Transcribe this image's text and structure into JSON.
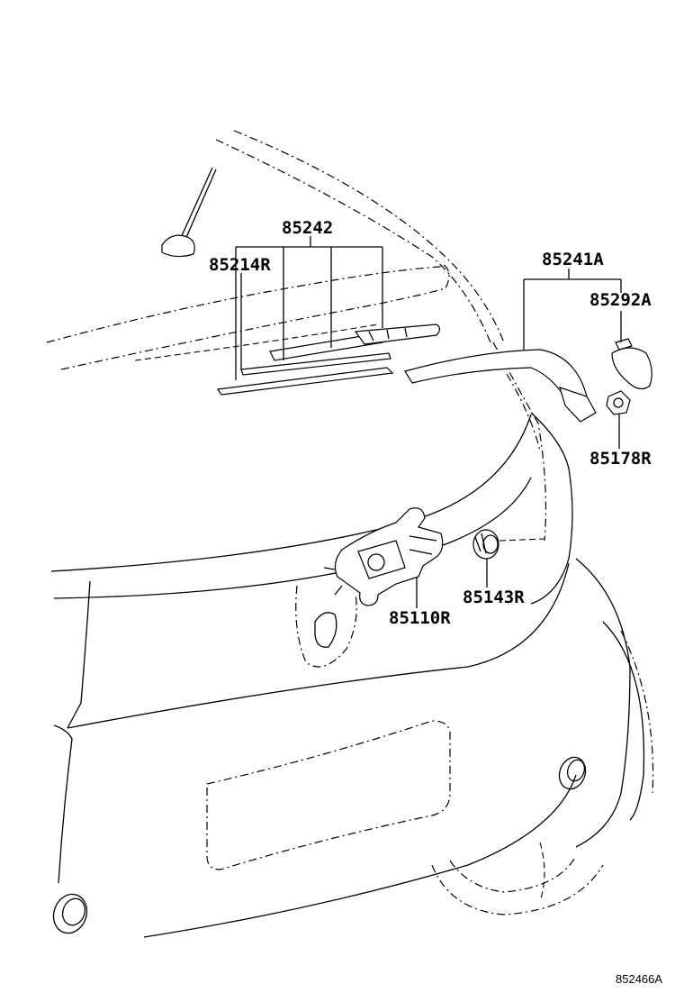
{
  "diagram": {
    "part_numbers": {
      "p85242": "85242",
      "p85214R": "85214R",
      "p85241A": "85241A",
      "p85292A": "85292A",
      "p85178R": "85178R",
      "p85143R": "85143R",
      "p85110R": "85110R"
    },
    "figure_id": "852466A"
  }
}
